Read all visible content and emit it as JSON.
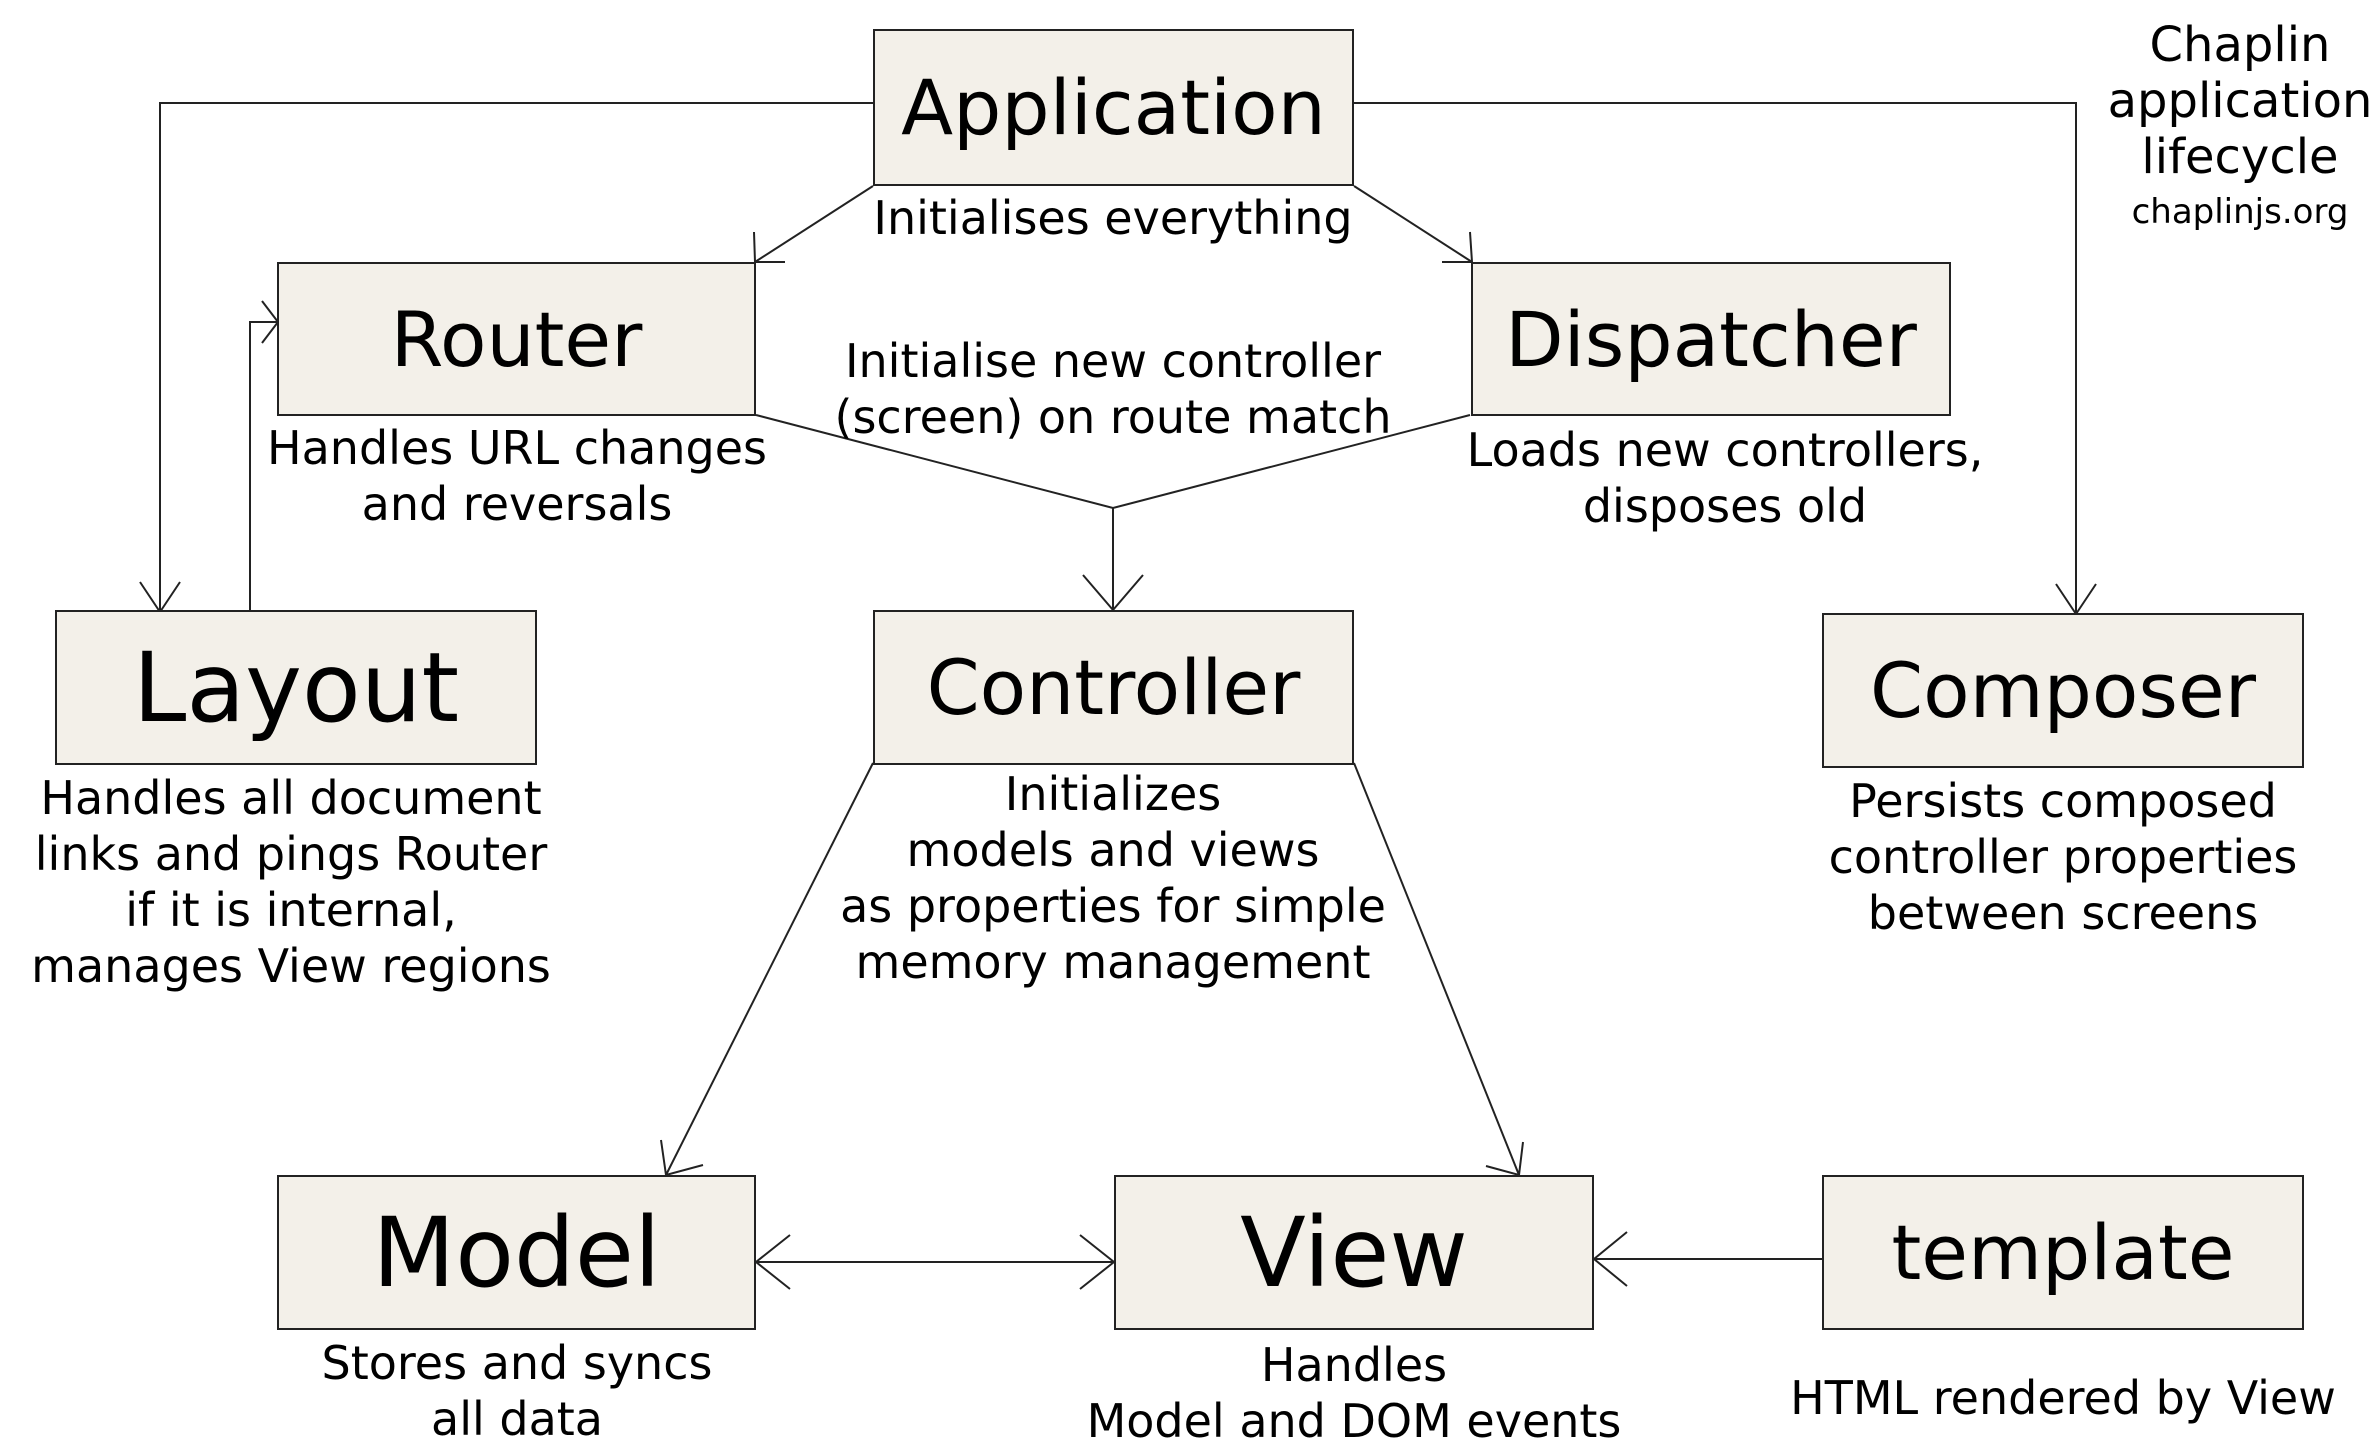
{
  "title": {
    "text": "Chaplin\napplication\nlifecycle",
    "site": "chaplinjs.org"
  },
  "nodes": {
    "application": {
      "label": "Application",
      "caption": "Initialises everything"
    },
    "router": {
      "label": "Router",
      "caption": "Handles URL changes\nand reversals"
    },
    "dispatcher": {
      "label": "Dispatcher",
      "caption": "Loads new controllers,\ndisposes old"
    },
    "layout": {
      "label": "Layout",
      "caption": "Handles all document\nlinks and pings Router\nif it is internal,\nmanages View regions"
    },
    "controller": {
      "label": "Controller",
      "caption": "Initializes\nmodels and views\nas properties for simple\nmemory management"
    },
    "composer": {
      "label": "Composer",
      "caption": "Persists composed\ncontroller properties\nbetween screens"
    },
    "model": {
      "label": "Model",
      "caption": "Stores and syncs\nall data"
    },
    "view": {
      "label": "View",
      "caption": "Handles\nModel and DOM events"
    },
    "template": {
      "label": "template",
      "caption": "HTML rendered by View"
    }
  },
  "edge_labels": {
    "route_match": "Initialise new controller\n(screen) on route match"
  },
  "colors": {
    "node_fill": "#f3f0e9",
    "stroke": "#222222"
  }
}
